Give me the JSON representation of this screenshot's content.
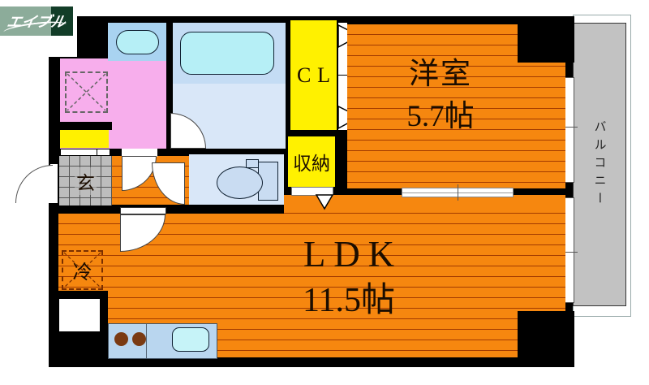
{
  "logo": {
    "brand": "エイブル"
  },
  "plan": {
    "rooms": {
      "western": {
        "label": "洋室",
        "size": "5.7帖"
      },
      "ldk": {
        "label": "LDK",
        "size": "11.5帖"
      },
      "closet": {
        "label": "CL"
      },
      "storage": {
        "label": "収納"
      },
      "entrance": {
        "label": "玄"
      },
      "balcony": {
        "label": "バルコニー"
      },
      "refrigerator": {
        "label": "冷"
      }
    },
    "palette": {
      "floor_orange": "#F6870F",
      "floor_stripe": "#A33B00",
      "storage_yellow": "#FFF100",
      "washroom_pink": "#F7AEEC",
      "wet_room_blue": "#D9E7F8",
      "fixture_cyan": "#B6EFF6",
      "kitchen_blue": "#B9D6EF",
      "entrance_gray": "#BDBDBD",
      "balcony_gray": "#C2C2C2",
      "wall_black": "#000000",
      "logo_green_light": "#8CAC9A",
      "logo_green_dark": "#123D28"
    }
  }
}
